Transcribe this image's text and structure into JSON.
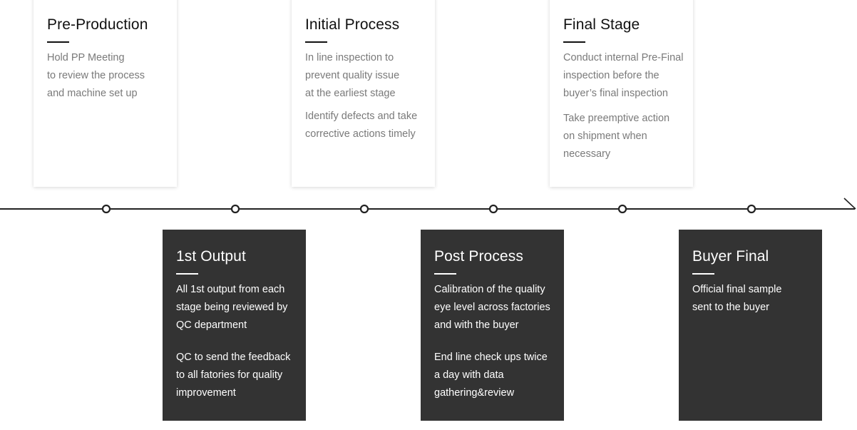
{
  "timeline": {
    "node_count": 6,
    "line_color": "#222222"
  },
  "cards": [
    {
      "position": "top",
      "title": "Pre-Production",
      "paragraphs": [
        "Hold PP Meeting\nto review the process\nand machine set up"
      ]
    },
    {
      "position": "bottom",
      "title": "1st Output",
      "paragraphs": [
        "All 1st output from each\nstage being reviewed by\nQC department",
        "QC to send the feedback\nto all fatories for quality\nimprovement"
      ]
    },
    {
      "position": "top",
      "title": "Initial Process",
      "paragraphs": [
        "In line inspection to\nprevent quality issue\nat the earliest stage",
        "Identify defects and take\ncorrective actions timely"
      ]
    },
    {
      "position": "bottom",
      "title": "Post Process",
      "paragraphs": [
        "Calibration of the quality\neye level across factories\nand with the buyer",
        "End line check ups twice\na day with data\ngathering&review"
      ]
    },
    {
      "position": "top",
      "title": "Final Stage",
      "paragraphs": [
        "Conduct internal Pre-Final\ninspection before the\nbuyer’s final inspection",
        "Take preemptive action\non shipment when\nnecessary"
      ]
    },
    {
      "position": "bottom",
      "title": "Buyer Final",
      "paragraphs": [
        "Official final sample\nsent to the buyer"
      ]
    }
  ],
  "colors": {
    "dark_card": "#333333",
    "light_card": "#ffffff",
    "muted_text": "#7a7a7a"
  }
}
